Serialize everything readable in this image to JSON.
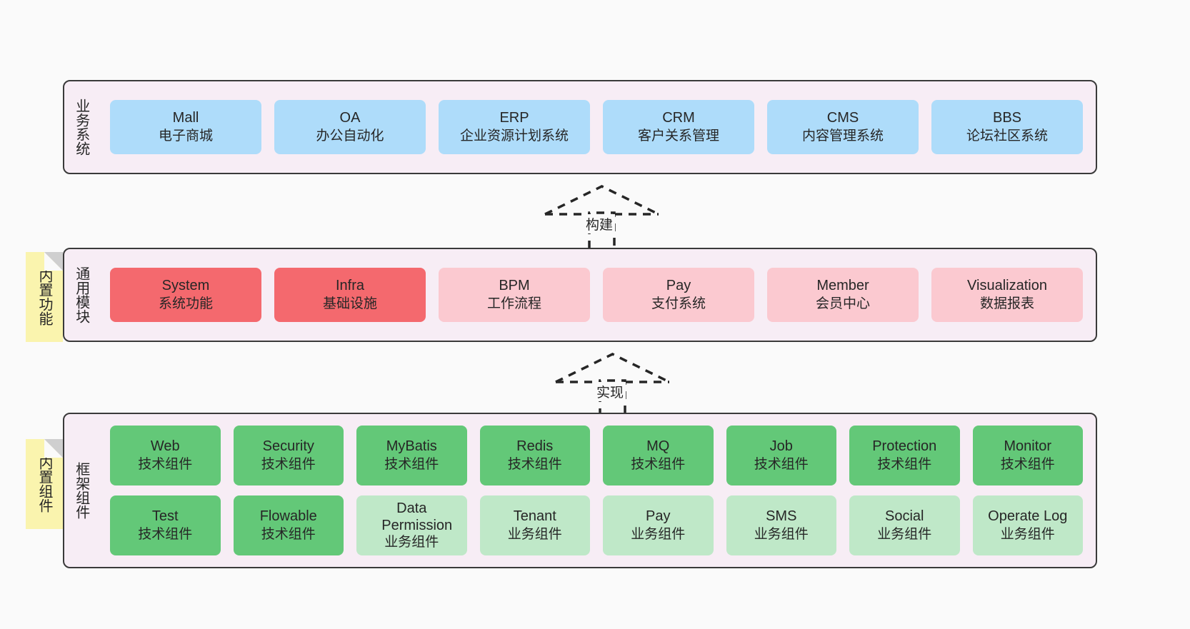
{
  "diagram": {
    "background_color": "#FAFAFA",
    "panel_color": "#F7EDF5",
    "panel_border_color": "#3A3A3A"
  },
  "layers": [
    {
      "title": "业务系统",
      "rows": [
        {
          "cards": [
            {
              "title": "Mall",
              "subtitle": "电子商城",
              "color": "#AEDCFA",
              "style": "c-blue"
            },
            {
              "title": "OA",
              "subtitle": "办公自动化",
              "color": "#AEDCFA",
              "style": "c-blue"
            },
            {
              "title": "ERP",
              "subtitle": "企业资源计划系统",
              "color": "#AEDCFA",
              "style": "c-blue"
            },
            {
              "title": "CRM",
              "subtitle": "客户关系管理",
              "color": "#AEDCFA",
              "style": "c-blue"
            },
            {
              "title": "CMS",
              "subtitle": "内容管理系统",
              "color": "#AEDCFA",
              "style": "c-blue"
            },
            {
              "title": "BBS",
              "subtitle": "论坛社区系统",
              "color": "#AEDCFA",
              "style": "c-blue"
            }
          ]
        }
      ]
    },
    {
      "title": "通用模块",
      "note": "内置功能",
      "rows": [
        {
          "cards": [
            {
              "title": "System",
              "subtitle": "系统功能",
              "color": "#F4696E",
              "style": "c-red"
            },
            {
              "title": "Infra",
              "subtitle": "基础设施",
              "color": "#F4696E",
              "style": "c-red"
            },
            {
              "title": "BPM",
              "subtitle": "工作流程",
              "color": "#FBC9D0",
              "style": "c-pink"
            },
            {
              "title": "Pay",
              "subtitle": "支付系统",
              "color": "#FBC9D0",
              "style": "c-pink"
            },
            {
              "title": "Member",
              "subtitle": "会员中心",
              "color": "#FBC9D0",
              "style": "c-pink"
            },
            {
              "title": "Visualization",
              "subtitle": "数据报表",
              "color": "#FBC9D0",
              "style": "c-pink"
            }
          ]
        }
      ]
    },
    {
      "title": "框架组件",
      "note": "内置组件",
      "rows": [
        {
          "cards": [
            {
              "title": "Web",
              "subtitle": "技术组件",
              "color": "#63C878",
              "style": "c-green"
            },
            {
              "title": "Security",
              "subtitle": "技术组件",
              "color": "#63C878",
              "style": "c-green"
            },
            {
              "title": "MyBatis",
              "subtitle": "技术组件",
              "color": "#63C878",
              "style": "c-green"
            },
            {
              "title": "Redis",
              "subtitle": "技术组件",
              "color": "#63C878",
              "style": "c-green"
            },
            {
              "title": "MQ",
              "subtitle": "技术组件",
              "color": "#63C878",
              "style": "c-green"
            },
            {
              "title": "Job",
              "subtitle": "技术组件",
              "color": "#63C878",
              "style": "c-green"
            },
            {
              "title": "Protection",
              "subtitle": "技术组件",
              "color": "#63C878",
              "style": "c-green"
            },
            {
              "title": "Monitor",
              "subtitle": "技术组件",
              "color": "#63C878",
              "style": "c-green"
            }
          ]
        },
        {
          "cards": [
            {
              "title": "Test",
              "subtitle": "技术组件",
              "color": "#63C878",
              "style": "c-green"
            },
            {
              "title": "Flowable",
              "subtitle": "技术组件",
              "color": "#63C878",
              "style": "c-green"
            },
            {
              "title": "Data Permission",
              "subtitle": "业务组件",
              "color": "#BFE8C8",
              "style": "c-greenlight"
            },
            {
              "title": "Tenant",
              "subtitle": "业务组件",
              "color": "#BFE8C8",
              "style": "c-greenlight"
            },
            {
              "title": "Pay",
              "subtitle": "业务组件",
              "color": "#BFE8C8",
              "style": "c-greenlight"
            },
            {
              "title": "SMS",
              "subtitle": "业务组件",
              "color": "#BFE8C8",
              "style": "c-greenlight"
            },
            {
              "title": "Social",
              "subtitle": "业务组件",
              "color": "#BFE8C8",
              "style": "c-greenlight"
            },
            {
              "title": "Operate Log",
              "subtitle": "业务组件",
              "color": "#BFE8C8",
              "style": "c-greenlight"
            }
          ]
        }
      ]
    }
  ],
  "connectors": [
    {
      "label": "构建"
    },
    {
      "label": "实现"
    }
  ]
}
